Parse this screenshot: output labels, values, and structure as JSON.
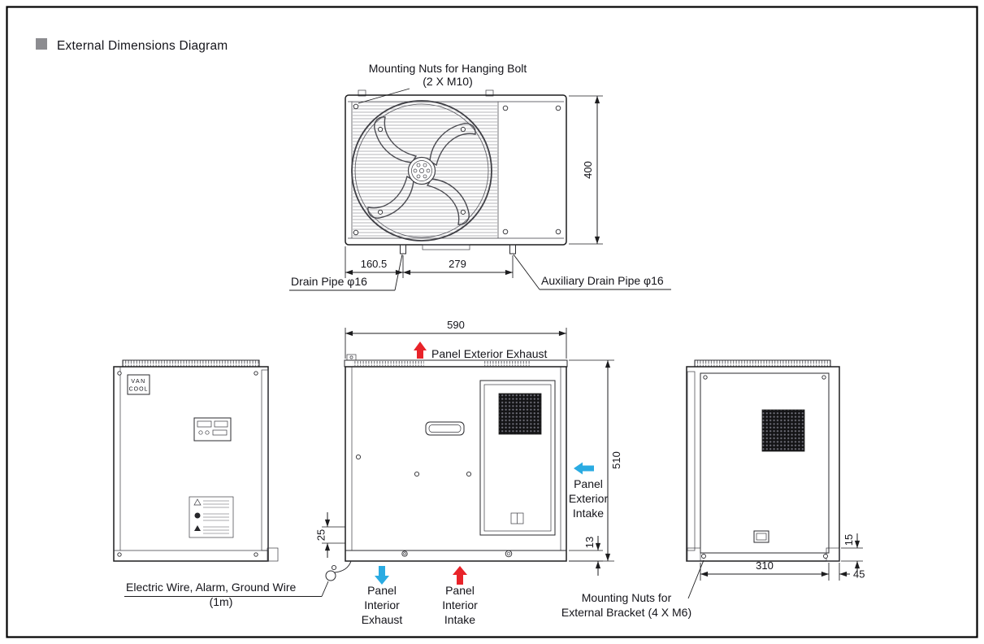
{
  "title": "External Dimensions Diagram",
  "colors": {
    "accent_red": "#e82329",
    "accent_cyan": "#2aabe2",
    "title_square": "#8c8c90"
  },
  "top_view": {
    "label_mounting_nuts": "Mounting Nuts for Hanging Bolt",
    "label_mounting_nuts_spec": "(2 X M10)",
    "label_drain_pipe": "Drain Pipe φ16",
    "label_aux_drain_pipe": "Auxiliary Drain Pipe φ16",
    "dim_height": "400",
    "dim_drain_offset": "160.5",
    "dim_pipe_spacing": "279"
  },
  "front_view": {
    "dim_width": "590",
    "dim_height": "510",
    "dim_wire_height": "25",
    "dim_base_offset": "13",
    "label_exterior_exhaust": "Panel Exterior Exhaust",
    "label_exterior_intake_l1": "Panel",
    "label_exterior_intake_l2": "Exterior",
    "label_exterior_intake_l3": "Intake",
    "label_interior_exhaust_l1": "Panel",
    "label_interior_exhaust_l2": "Interior",
    "label_interior_exhaust_l3": "Exhaust",
    "label_interior_intake_l1": "Panel",
    "label_interior_intake_l2": "Interior",
    "label_interior_intake_l3": "Intake",
    "label_electric_wire": "Electric Wire, Alarm, Ground Wire",
    "label_electric_wire_length": "(1m)"
  },
  "left_view": {
    "logo_l1": "VAN",
    "logo_l2": "COOL"
  },
  "right_view": {
    "dim_width": "310",
    "dim_side_offset": "45",
    "dim_foot_height": "15",
    "label_mounting_l1": "Mounting Nuts for",
    "label_mounting_l2": "External Bracket (4 X M6)"
  }
}
